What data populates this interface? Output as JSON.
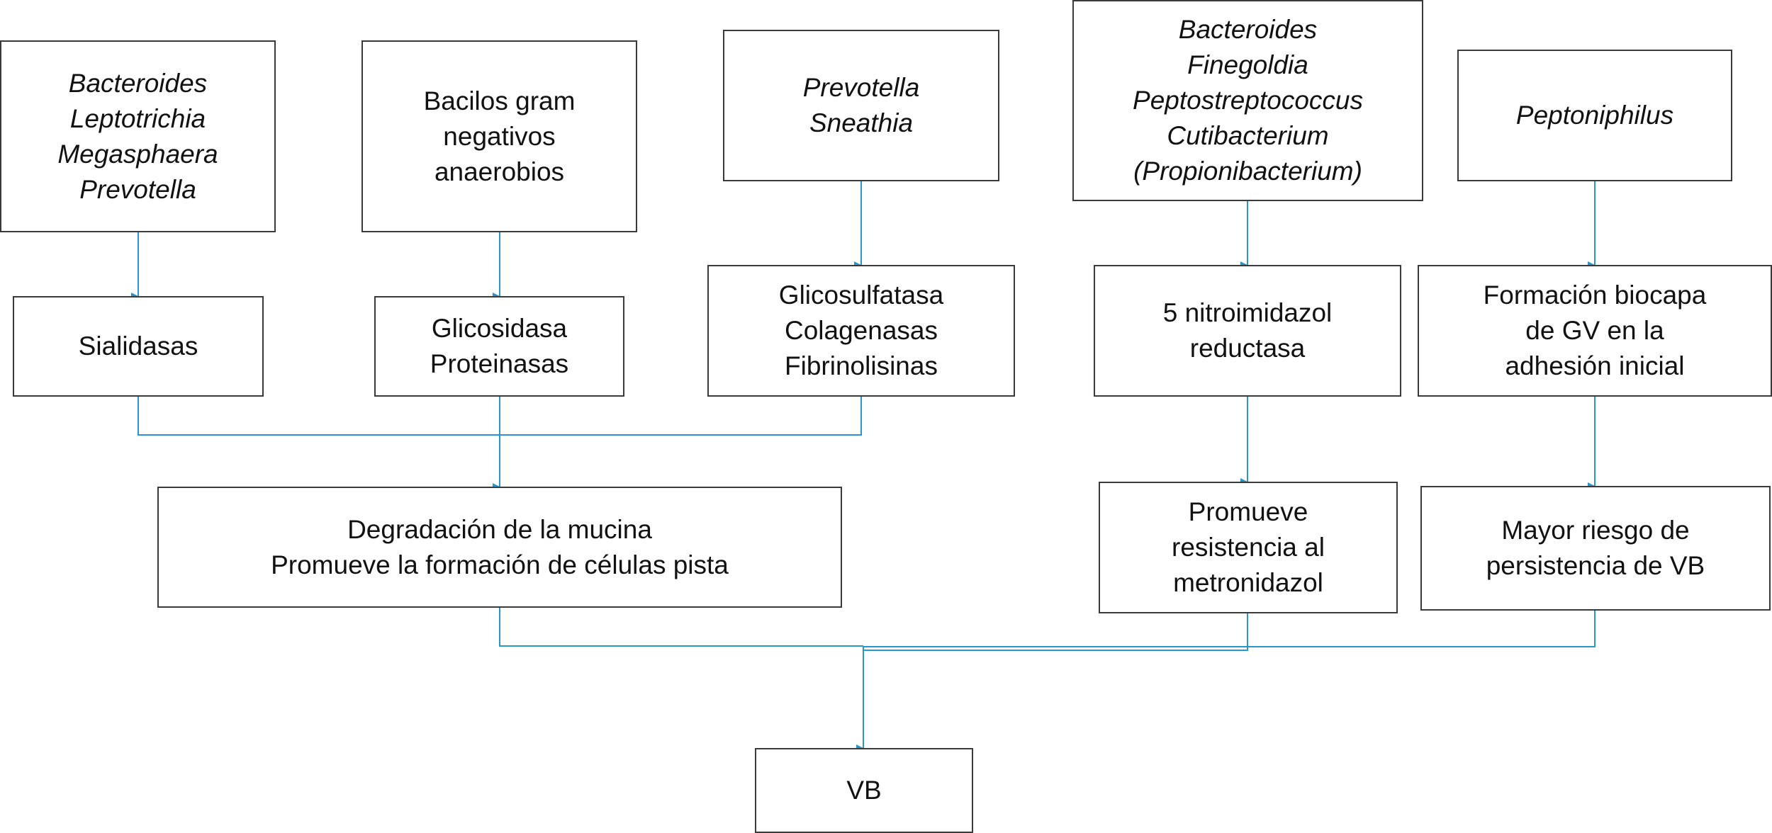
{
  "boxes": {
    "genera_1": [
      "Bacteroides",
      "Leptotrichia",
      "Megasphaera",
      "Prevotella"
    ],
    "genera_2": [
      "Bacilos gram",
      "negativos",
      "anaerobios"
    ],
    "genera_3": [
      "Prevotella",
      "Sneathia"
    ],
    "genera_4": [
      "Bacteroides",
      "Finegoldia",
      "Peptostreptococcus",
      "Cutibacterium",
      "(Propionibacterium)"
    ],
    "genera_5": [
      "Peptoniphilus"
    ],
    "mech_1": [
      "Sialidasas"
    ],
    "mech_2": [
      "Glicosidasa",
      "Proteinasas"
    ],
    "mech_3": [
      "Glicosulfatasa",
      "Colagenasas",
      "Fibrinolisinas"
    ],
    "mech_4": [
      "5 nitroimidazol",
      "reductasa"
    ],
    "mech_5": [
      "Formación biocapa",
      "de GV en la",
      "adhesión inicial"
    ],
    "effect_1": [
      "Degradación de la mucina",
      "Promueve la formación de células pista"
    ],
    "effect_2": [
      "Promueve",
      "resistencia al",
      "metronidazol"
    ],
    "effect_3": [
      "Mayor riesgo de",
      "persistencia de VB"
    ],
    "outcome": [
      "VB"
    ]
  },
  "colors": {
    "connector": "#2a97cc",
    "border": "#3a3a3a"
  }
}
